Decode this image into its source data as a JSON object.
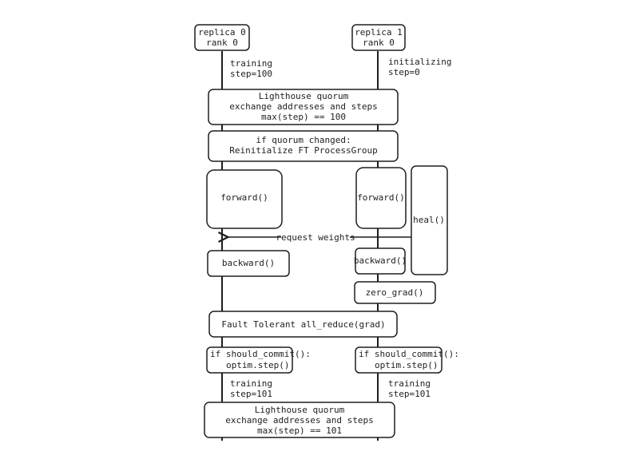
{
  "replicas": [
    {
      "header": [
        "replica 0",
        "rank 0"
      ],
      "state_start": [
        "training",
        "step=100"
      ],
      "state_end": [
        "training",
        "step=101"
      ]
    },
    {
      "header": [
        "replica 1",
        "rank 0"
      ],
      "state_start": [
        "initializing",
        "step=0"
      ],
      "state_end": [
        "training",
        "step=101"
      ]
    }
  ],
  "quorum_start": [
    "Lighthouse quorum",
    "exchange addresses and steps",
    "max(step) == 100"
  ],
  "reinit": [
    "if quorum changed:",
    "Reinitialize FT ProcessGroup"
  ],
  "forward_0": "forward()",
  "forward_1": "forward()",
  "heal": "heal()",
  "request_weights": "request weights",
  "backward_0": "backward()",
  "backward_1": "backward()",
  "zero_grad": "zero_grad()",
  "allreduce": "Fault Tolerant all_reduce(grad)",
  "commit_0": [
    "if should_commit():",
    "optim.step()"
  ],
  "commit_1": [
    "if should_commit():",
    "optim.step()"
  ],
  "quorum_end": [
    "Lighthouse quorum",
    "exchange addresses and steps",
    "max(step) == 101"
  ]
}
